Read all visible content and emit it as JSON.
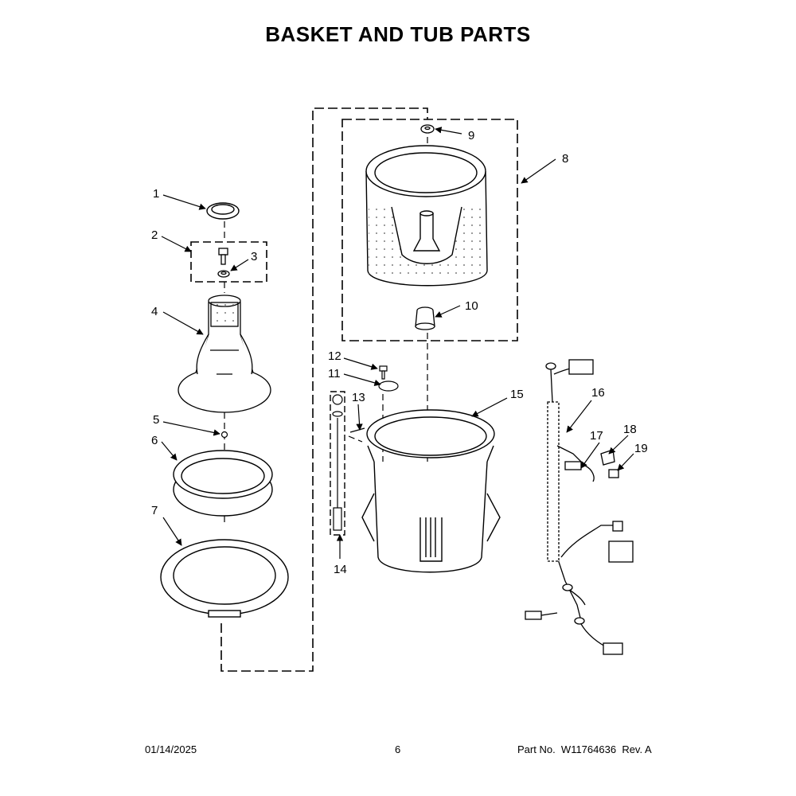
{
  "title": "BASKET AND TUB PARTS",
  "callouts": [
    "1",
    "2",
    "3",
    "4",
    "5",
    "6",
    "7",
    "8",
    "9",
    "10",
    "11",
    "12",
    "13",
    "14",
    "15",
    "16",
    "17",
    "18",
    "19"
  ],
  "footer": {
    "date": "01/14/2025",
    "page": "6",
    "part_label": "Part No.",
    "part_number": "W11764636",
    "revision": "Rev. A"
  }
}
